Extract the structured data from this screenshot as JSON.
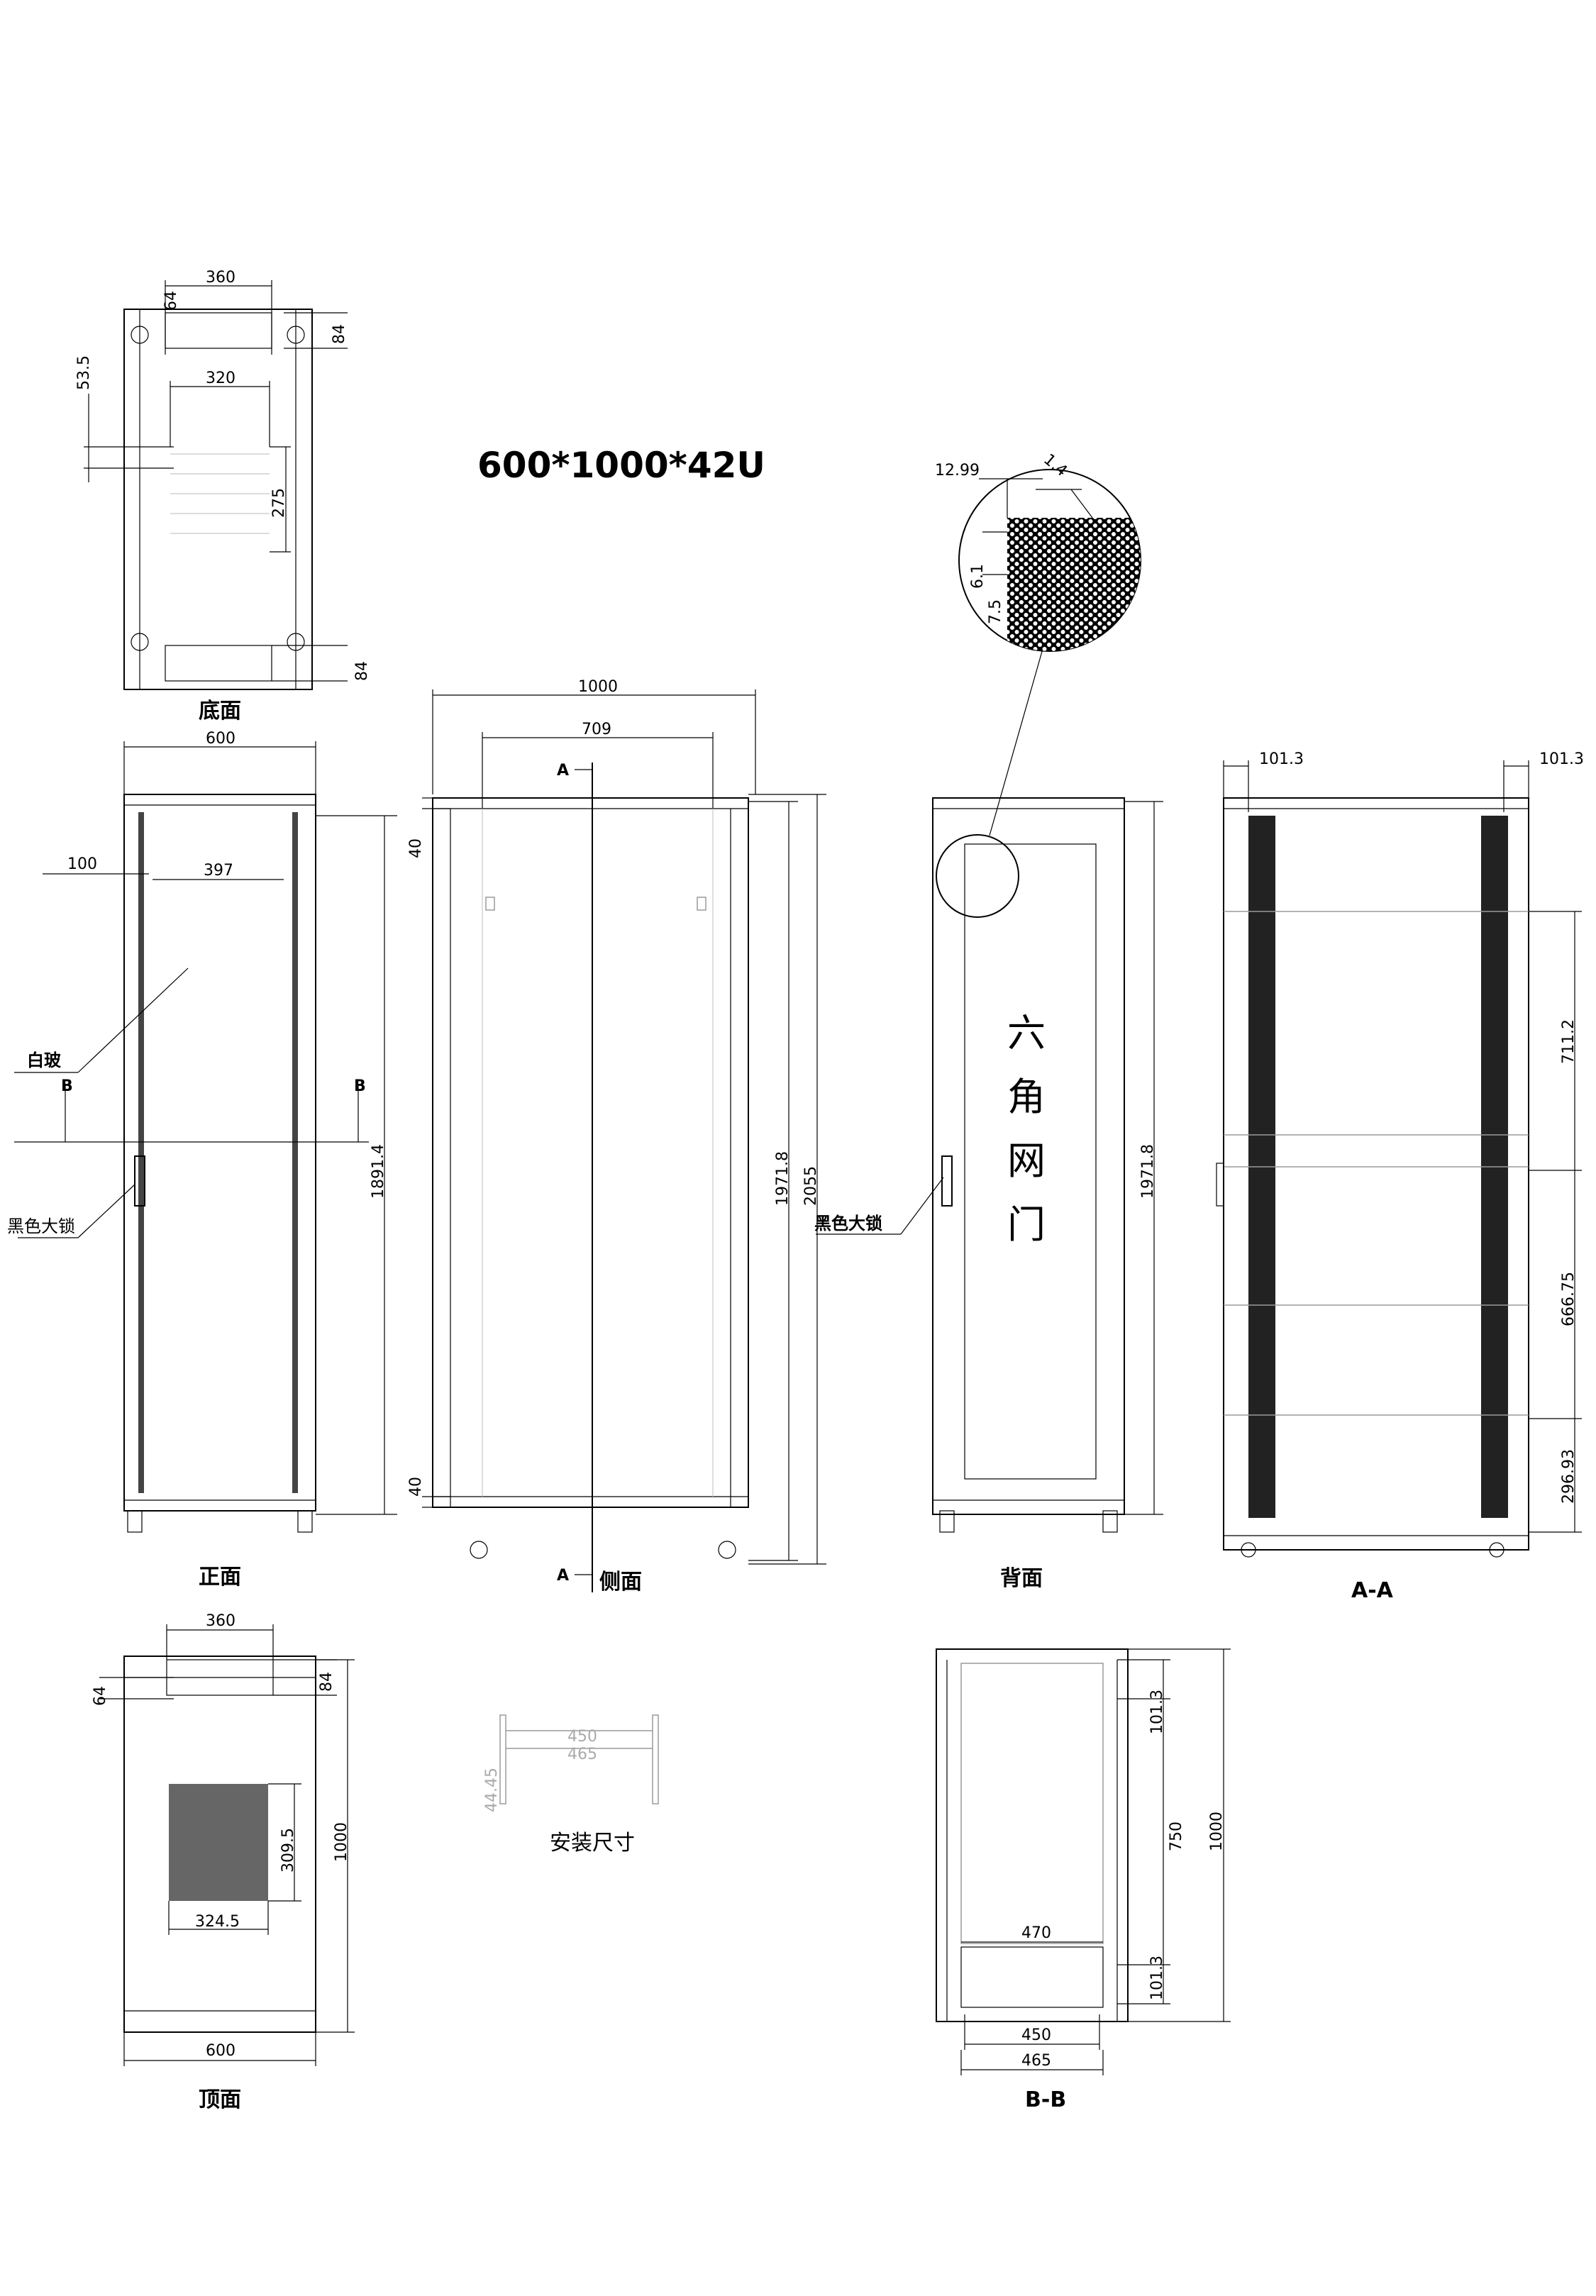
{
  "title": "600*1000*42U",
  "views": {
    "bottom": {
      "label": "底面",
      "dims": {
        "w360": "360",
        "d64": "64",
        "d84a": "84",
        "d53": "53.5",
        "w320": "320",
        "d275": "275",
        "d84b": "84"
      }
    },
    "front": {
      "label": "正面",
      "dims": {
        "w600": "600",
        "d100": "100",
        "w397": "397",
        "h1891": "1891.4"
      },
      "callouts": {
        "glass": "白玻",
        "lock": "黑色大锁",
        "sectionB": "B"
      }
    },
    "side": {
      "label": "侧面",
      "dims": {
        "w1000": "1000",
        "w709": "709",
        "d40a": "40",
        "d40b": "40",
        "h1971": "1971.8",
        "h2055": "2055"
      },
      "callouts": {
        "lock": "黑色大锁",
        "sectionA": "A"
      }
    },
    "back": {
      "label": "背面",
      "dims": {
        "h1971": "1971.8"
      },
      "door_text": [
        "六",
        "角",
        "网",
        "门"
      ],
      "detail": {
        "d1299": "12.99",
        "d14": "1.4",
        "d61": "6.1",
        "d75": "7.5"
      }
    },
    "sectionAA": {
      "label": "A-A",
      "dims": {
        "d1013a": "101.3",
        "d1013b": "101.3",
        "h711": "711.2",
        "h666": "666.75",
        "h296": "296.93"
      }
    },
    "top": {
      "label": "顶面",
      "dims": {
        "w360": "360",
        "d64": "64",
        "d84": "84",
        "h1000": "1000",
        "h309": "309.5",
        "w324": "324.5",
        "w600": "600"
      }
    },
    "mount": {
      "label": "安装尺寸",
      "dims": {
        "w450": "450",
        "w465": "465",
        "h44": "44.45"
      }
    },
    "sectionBB": {
      "label": "B-B",
      "dims": {
        "d1013a": "101.3",
        "h750": "750",
        "h1000": "1000",
        "d1013b": "101.3",
        "w470": "470",
        "w450": "450",
        "w465": "465"
      }
    }
  }
}
